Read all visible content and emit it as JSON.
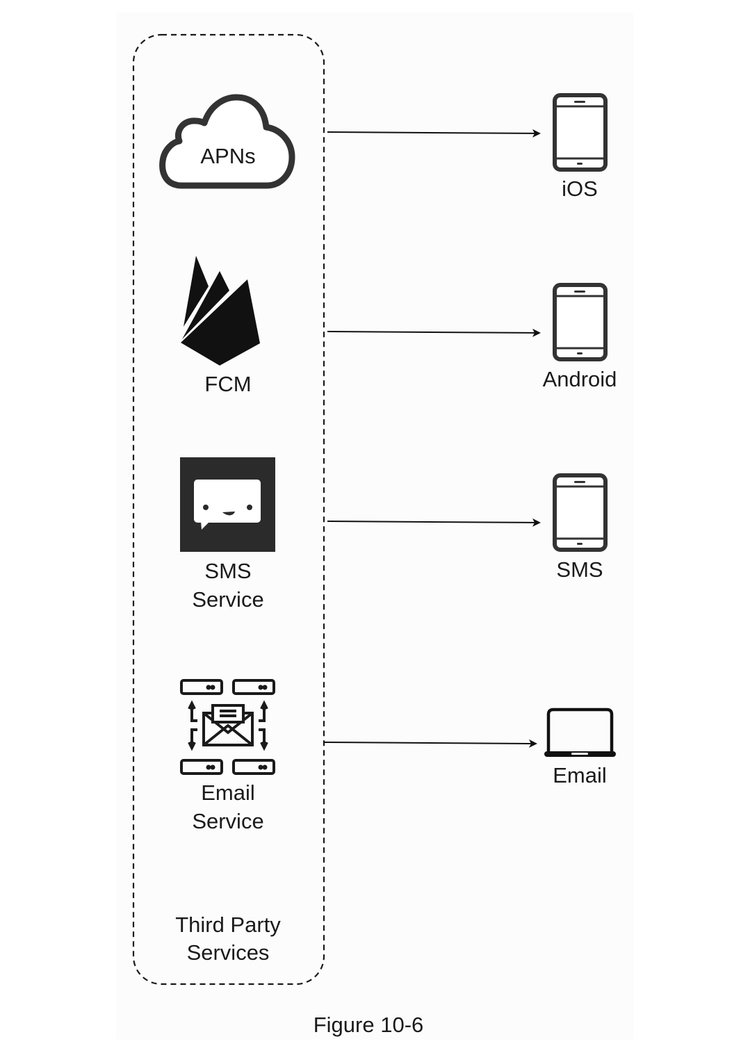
{
  "figure": {
    "caption": "Figure 10-6"
  },
  "group": {
    "label_line1": "Third Party",
    "label_line2": "Services",
    "border_style": "dashed"
  },
  "providers": [
    {
      "id": "apns",
      "label": "APNs",
      "icon": "cloud-icon"
    },
    {
      "id": "fcm",
      "label": "FCM",
      "icon": "firebase-icon"
    },
    {
      "id": "sms-service",
      "label_line1": "SMS",
      "label_line2": "Service",
      "icon": "chat-bubble-icon"
    },
    {
      "id": "email-service",
      "label_line1": "Email",
      "label_line2": "Service",
      "icon": "email-server-icon"
    }
  ],
  "targets": [
    {
      "id": "ios",
      "label": "iOS",
      "icon": "smartphone-icon"
    },
    {
      "id": "android",
      "label": "Android",
      "icon": "smartphone-icon"
    },
    {
      "id": "sms",
      "label": "SMS",
      "icon": "smartphone-icon"
    },
    {
      "id": "email",
      "label": "Email",
      "icon": "laptop-icon"
    }
  ],
  "edges": [
    {
      "from": "apns",
      "to": "ios"
    },
    {
      "from": "fcm",
      "to": "android"
    },
    {
      "from": "sms-service",
      "to": "sms"
    },
    {
      "from": "email-service",
      "to": "email"
    }
  ],
  "colors": {
    "stroke": "#1a1a1a",
    "icon": "#333333",
    "panel_bg": "#fcfcfc"
  }
}
